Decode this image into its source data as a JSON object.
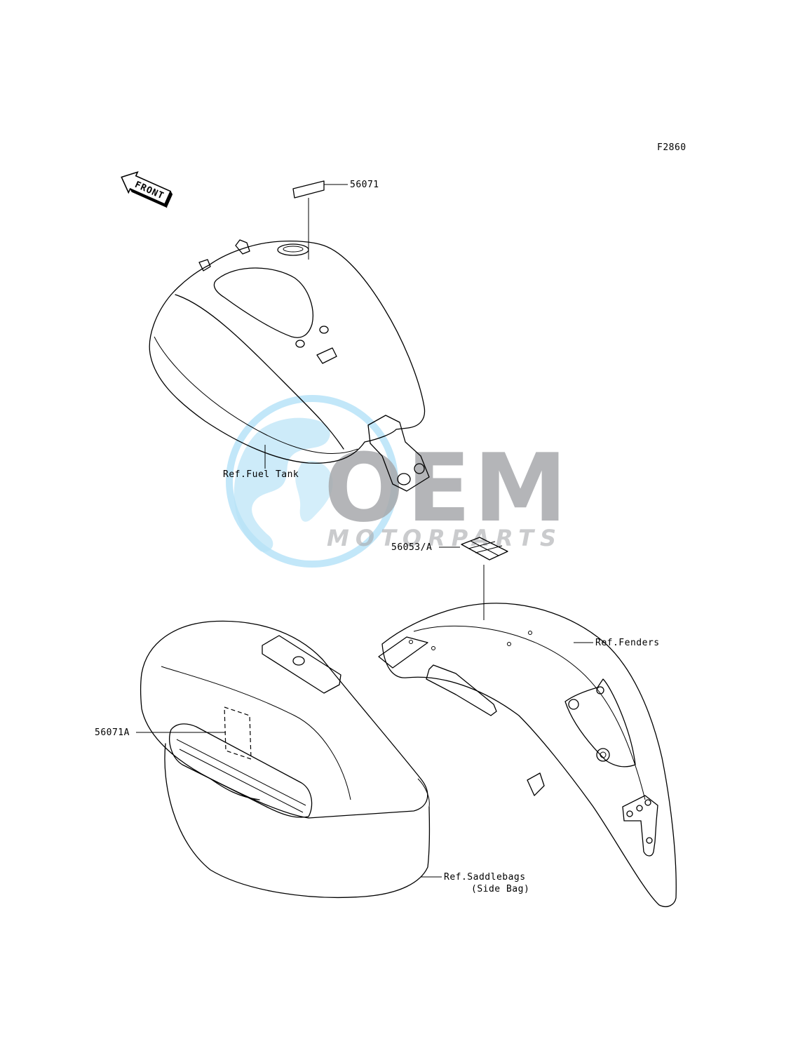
{
  "figure_code": "F2860",
  "front_arrow_text": "FRONT",
  "watermark": {
    "brand": "OEM",
    "subtitle": "MOTORPARTS",
    "color_gray": "#a7a9ac",
    "color_blue": "#8fd3f4"
  },
  "callouts": [
    {
      "id": "56071",
      "text": "56071"
    },
    {
      "id": "56053A",
      "text": "56053/A"
    },
    {
      "id": "56071A",
      "text": "56071A"
    }
  ],
  "references": [
    {
      "id": "fuel-tank",
      "text": "Ref.Fuel Tank"
    },
    {
      "id": "fenders",
      "text": "Ref.Fenders"
    },
    {
      "id": "saddlebags-1",
      "text": "Ref.Saddlebags"
    },
    {
      "id": "saddlebags-2",
      "text": "(Side Bag)"
    }
  ]
}
